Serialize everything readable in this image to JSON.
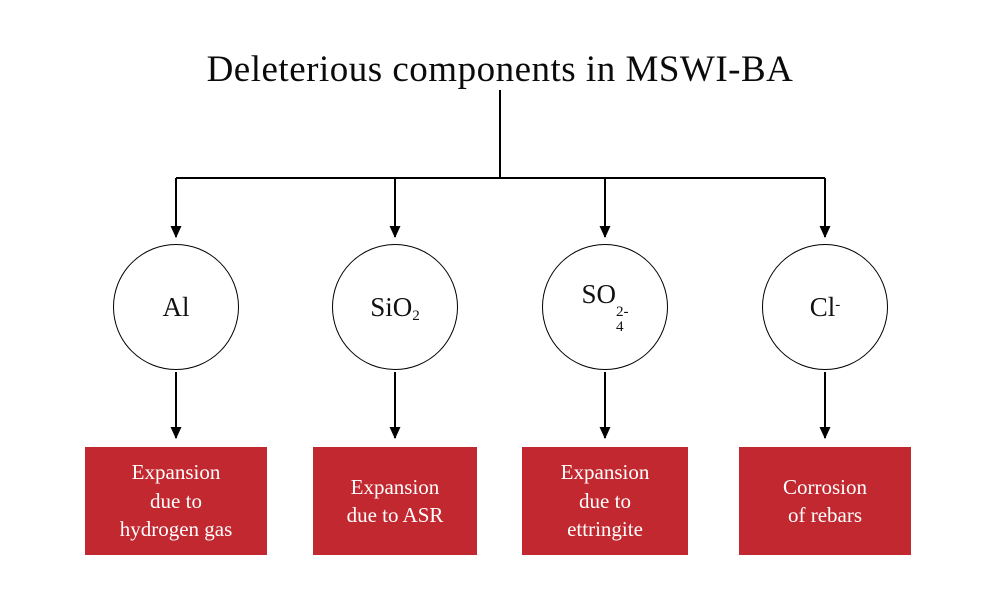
{
  "title": "Deleterious components in MSWI-BA",
  "colors": {
    "box": "#c2282f",
    "box_text": "#ffffff",
    "line": "#000000"
  },
  "nodes": [
    {
      "id": "aluminium",
      "formula": {
        "base": "Al",
        "sup": "",
        "sub": "",
        "layout": "plain"
      },
      "effect": "Expansion\ndue to\nhydrogen gas"
    },
    {
      "id": "silica",
      "formula": {
        "base": "SiO",
        "sup": "",
        "sub": "2",
        "layout": "sub"
      },
      "effect": "Expansion\ndue to ASR"
    },
    {
      "id": "sulfate",
      "formula": {
        "base": "SO",
        "sup": "2-",
        "sub": "4",
        "layout": "stack"
      },
      "effect": "Expansion\ndue to\nettringite"
    },
    {
      "id": "chloride",
      "formula": {
        "base": "Cl",
        "sup": "-",
        "sub": "",
        "layout": "sup"
      },
      "effect": "Corrosion\nof rebars"
    }
  ]
}
